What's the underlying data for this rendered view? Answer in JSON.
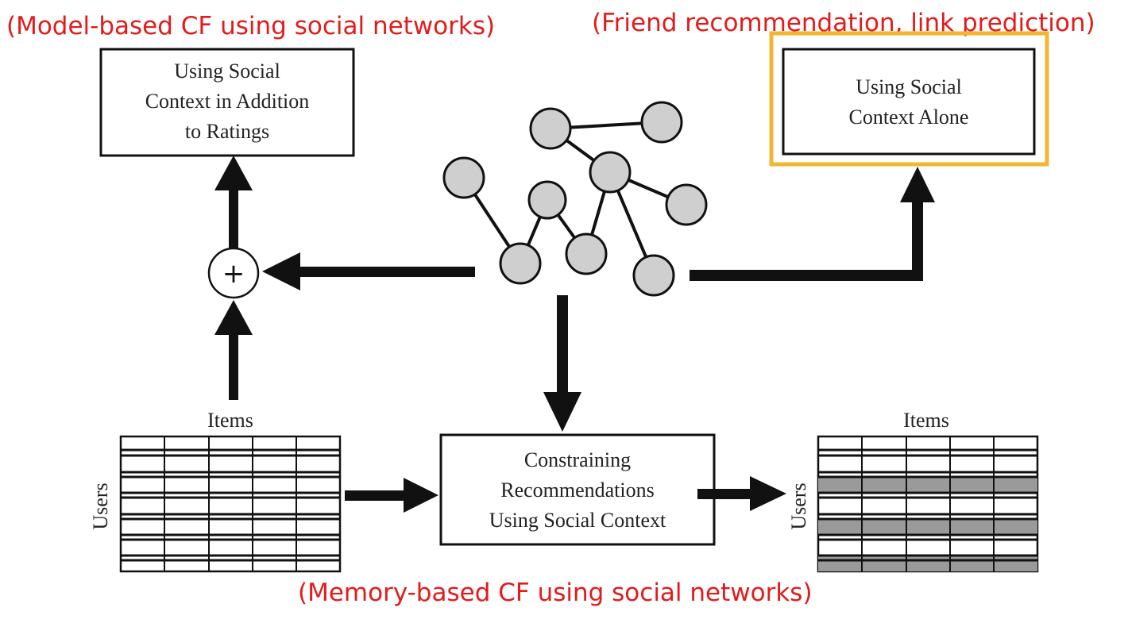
{
  "annotations": {
    "model_based": "(Model-based CF using social networks)",
    "friend_rec": "(Friend recommendation, link prediction)",
    "memory_based": "(Memory-based CF using social networks)"
  },
  "boxes": {
    "social_plus_ratings": [
      "Using Social",
      "Context in Addition",
      "to Ratings"
    ],
    "social_alone": [
      "Using Social",
      "Context Alone"
    ],
    "constraining": [
      "Constraining",
      "Recommendations",
      "Using Social Context"
    ]
  },
  "plus_symbol": "+",
  "left_matrix": {
    "x_label": "Items",
    "y_label": "Users"
  },
  "right_matrix": {
    "x_label": "Items",
    "y_label": "Users"
  },
  "colors": {
    "annotation": "#e31b1b",
    "highlight": "#f2b632",
    "node_fill": "#cfcfcf",
    "shaded_row": "#9a9a9a"
  }
}
